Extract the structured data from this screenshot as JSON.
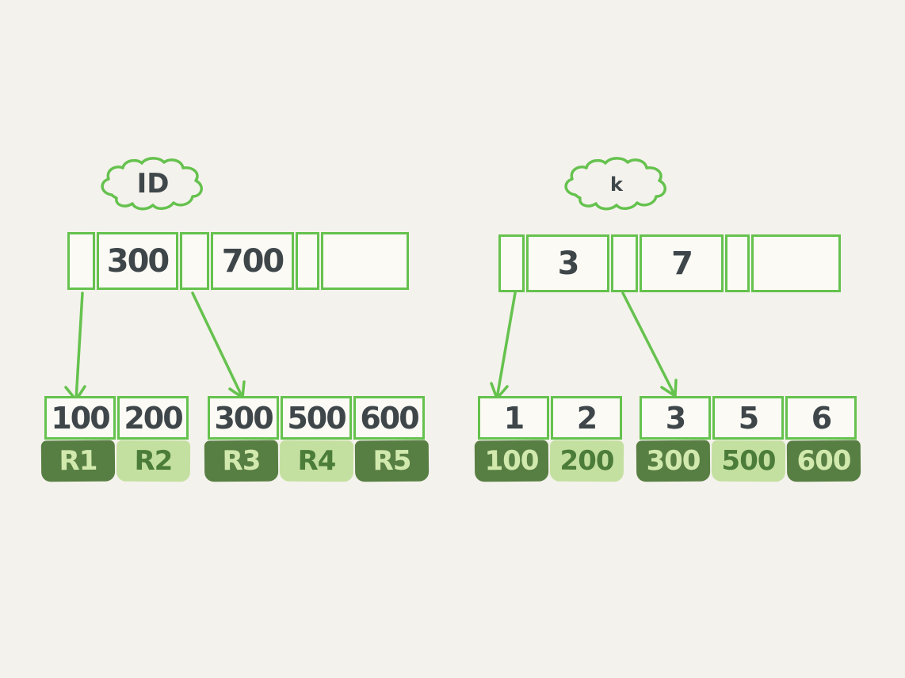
{
  "page": {
    "background": "#f4f2ec"
  },
  "palette": {
    "sketch_green_stroke": "#65c24e",
    "dark_green_fill": "#587f43",
    "light_green_fill": "#c3e0a0",
    "ink_text": "#3e464a",
    "light_text_on_dark": "#d2e9ae",
    "dark_green_text_on_light": "#4c7c39"
  },
  "left_index": {
    "label": "ID",
    "root_cells": [
      "",
      "300",
      "",
      "700",
      "",
      ""
    ],
    "leaves": [
      {
        "keys": [
          "100",
          "200"
        ],
        "records": [
          {
            "text": "R1",
            "tone": "dark"
          },
          {
            "text": "R2",
            "tone": "light"
          }
        ]
      },
      {
        "keys": [
          "300",
          "500",
          "600"
        ],
        "records": [
          {
            "text": "R3",
            "tone": "dark"
          },
          {
            "text": "R4",
            "tone": "light"
          },
          {
            "text": "R5",
            "tone": "dark"
          }
        ]
      }
    ]
  },
  "right_index": {
    "label": "k",
    "root_cells": [
      "",
      "3",
      "",
      "7",
      "",
      ""
    ],
    "leaves": [
      {
        "keys": [
          "1",
          "2"
        ],
        "records": [
          {
            "text": "100",
            "tone": "dark"
          },
          {
            "text": "200",
            "tone": "light"
          }
        ]
      },
      {
        "keys": [
          "3",
          "5",
          "6"
        ],
        "records": [
          {
            "text": "300",
            "tone": "dark"
          },
          {
            "text": "500",
            "tone": "light"
          },
          {
            "text": "600",
            "tone": "dark"
          }
        ]
      }
    ]
  }
}
